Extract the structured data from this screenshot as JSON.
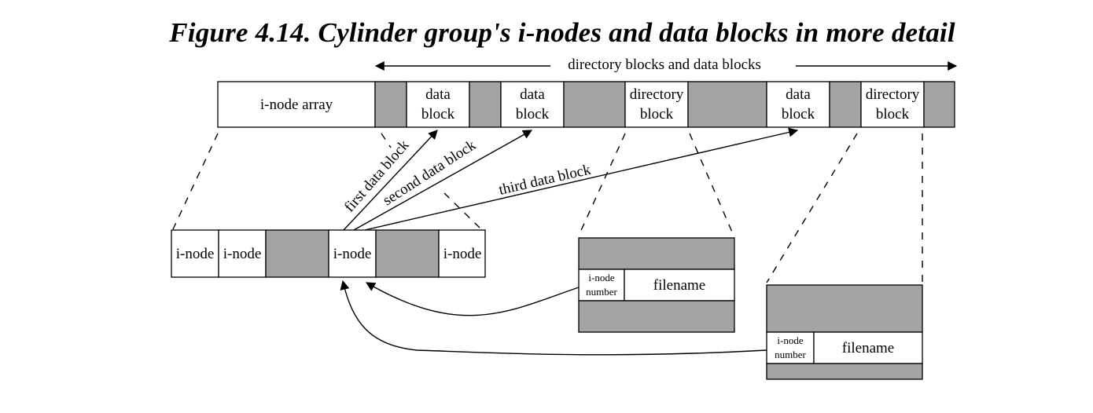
{
  "title": "Figure 4.14. Cylinder group's i-nodes and data blocks in more detail",
  "top_strip": {
    "span_label": "directory blocks and data blocks",
    "inode_array": "i-node array",
    "data_block_line1": "data",
    "data_block_line2": "block",
    "directory_block_line1": "directory",
    "directory_block_line2": "block"
  },
  "arrows": {
    "first": "first data block",
    "second": "second data block",
    "third": "third data block"
  },
  "inode_row": {
    "inode": "i-node"
  },
  "directory_entry": {
    "inode_number_line1": "i-node",
    "inode_number_line2": "number",
    "filename": "filename"
  },
  "colors": {
    "gray_fill": "#a3a3a3",
    "line": "#000000",
    "background": "#ffffff"
  }
}
